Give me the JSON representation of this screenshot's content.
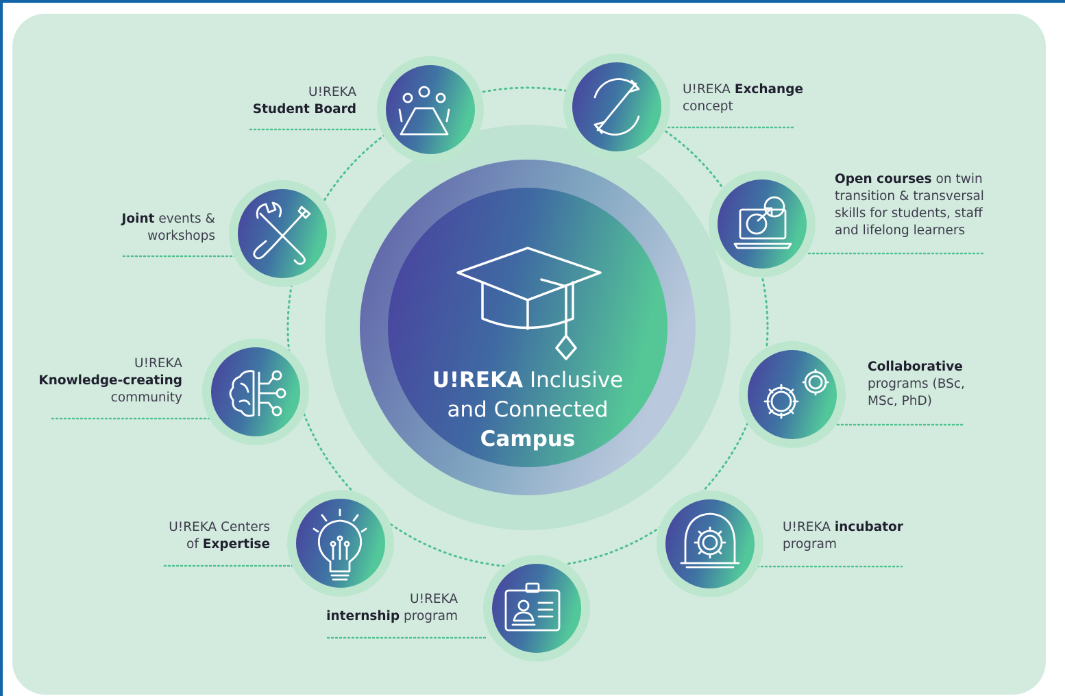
{
  "center": {
    "line1_bold": "U!REKA",
    "line1_rest": " Inclusive",
    "line2": "and Connected",
    "line3": "Campus"
  },
  "items": {
    "student_board": {
      "l1": "U!REKA",
      "l2_bold": "Student Board",
      "icon": "team-meeting-icon"
    },
    "exchange": {
      "l1": "U!REKA ",
      "l1_bold": "Exchange",
      "l2": "concept",
      "icon": "exchange-cycle-icon"
    },
    "open_courses": {
      "bold": "Open courses",
      "l1": " on twin",
      "l2": "transition & transversal",
      "l3": "skills for students, staff",
      "l4": "and lifelong learners",
      "icon": "laptop-exchange-icon"
    },
    "joint_events": {
      "bold": "Joint",
      "l1": " events &",
      "l2": "workshops",
      "icon": "tools-icon"
    },
    "knowledge": {
      "l1": "U!REKA",
      "l2_bold": "Knowledge-creating",
      "l3": "community",
      "icon": "brain-network-icon"
    },
    "collaborative": {
      "bold": "Collaborative",
      "l2": "programs (BSc,",
      "l3": "MSc, PhD)",
      "icon": "gears-icon"
    },
    "centers": {
      "l1": "U!REKA Centers",
      "l2": "of ",
      "l2_bold": "Expertise",
      "icon": "lightbulb-icon"
    },
    "incubator": {
      "l1": "U!REKA ",
      "l1_bold": "incubator",
      "l2": "program",
      "icon": "incubator-gear-icon"
    },
    "internship": {
      "l1": "U!REKA",
      "l2_bold": "internship",
      "l2_rest": " program",
      "icon": "id-badge-icon"
    }
  },
  "center_icon": "graduation-cap-icon"
}
